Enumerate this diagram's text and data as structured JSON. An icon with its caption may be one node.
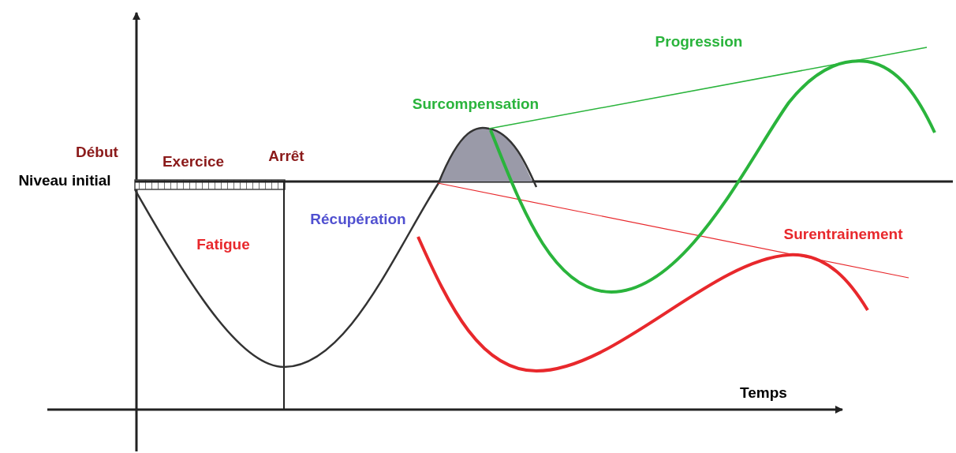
{
  "diagram": {
    "labels": [
      "Progression",
      "Surcompensation",
      "Début",
      "Exercice",
      "Arrêt",
      "Niveau initial",
      "Récupération",
      "Surentrainement",
      "Fatigue",
      "Temps"
    ]
  }
}
